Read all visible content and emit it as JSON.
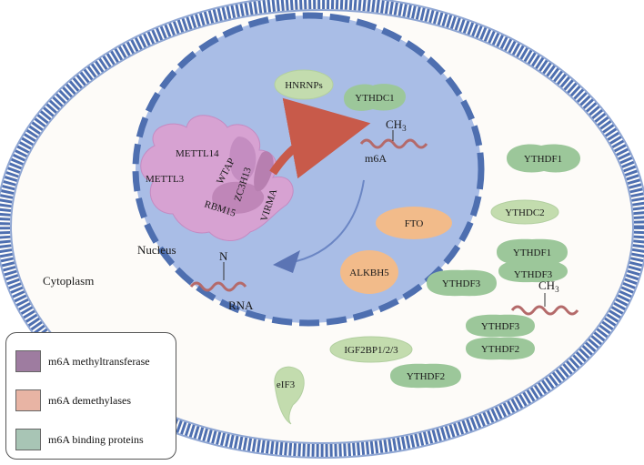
{
  "labels": {
    "nucleus": "Nucleus",
    "cytoplasm": "Cytoplasm",
    "rna": "RNA",
    "n": "N",
    "m6a": "m6A",
    "ch3_top": "CH",
    "ch3_sub": "3",
    "ch3_right": "CH",
    "ch3_right_sub": "3"
  },
  "writers": {
    "mettl3": "METTL3",
    "mettl14": "METTL14",
    "wtap": "WTAP",
    "zc3h13": "ZC3H13",
    "rbm15": "RBM15",
    "virma": "VIRMA"
  },
  "erasers": {
    "fto": "FTO",
    "alkbh5": "ALKBH5"
  },
  "readers": {
    "hnrnps": "HNRNPs",
    "ythdc1": "YTHDC1",
    "ythdf1_a": "YTHDF1",
    "ythdc2": "YTHDC2",
    "ythdf1_b": "YTHDF1",
    "ythdf3_a": "YTHDF3",
    "ythdf3_b": "YTHDF3",
    "ythdf3_c": "YTHDF3",
    "ythdf2_a": "YTHDF2",
    "igf2bp": "IGF2BP1/2/3",
    "ythdf2_b": "YTHDF2",
    "eif3": "eIF3"
  },
  "legend": {
    "writer": "m6A methyltransferase",
    "eraser": "m6A demethylases",
    "reader": "m6A binding proteins"
  },
  "colors": {
    "writer": "#9e7ca0",
    "eraser": "#e8b4a4",
    "reader": "#a8c5b5",
    "reader_fill": "#9cc79a",
    "eraser_fill": "#f2bb8a",
    "nucleus_fill": "#a9bde6",
    "membrane": "#4e6fb0"
  }
}
